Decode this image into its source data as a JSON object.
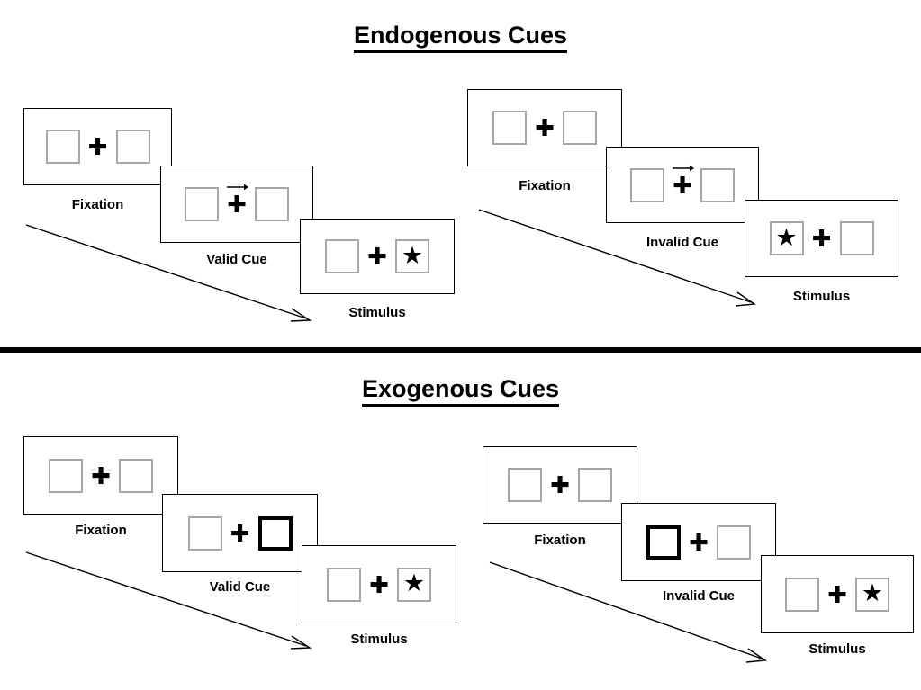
{
  "sections": [
    {
      "id": "endogenous",
      "title": "Endogenous Cues",
      "trials": [
        {
          "id": "endogenous-valid",
          "frames": [
            {
              "label": "Fixation",
              "left_box": "plain",
              "right_box": "plain",
              "cue_arrow": false,
              "star": "none"
            },
            {
              "label": "Valid Cue",
              "left_box": "plain",
              "right_box": "plain",
              "cue_arrow": true,
              "star": "none"
            },
            {
              "label": "Stimulus",
              "left_box": "plain",
              "right_box": "plain",
              "cue_arrow": false,
              "star": "right"
            }
          ]
        },
        {
          "id": "endogenous-invalid",
          "frames": [
            {
              "label": "Fixation",
              "left_box": "plain",
              "right_box": "plain",
              "cue_arrow": false,
              "star": "none"
            },
            {
              "label": "Invalid Cue",
              "left_box": "plain",
              "right_box": "plain",
              "cue_arrow": true,
              "star": "none"
            },
            {
              "label": "Stimulus",
              "left_box": "plain",
              "right_box": "plain",
              "cue_arrow": false,
              "star": "left"
            }
          ]
        }
      ]
    },
    {
      "id": "exogenous",
      "title": "Exogenous Cues",
      "trials": [
        {
          "id": "exogenous-valid",
          "frames": [
            {
              "label": "Fixation",
              "left_box": "plain",
              "right_box": "plain",
              "cue_arrow": false,
              "star": "none"
            },
            {
              "label": "Valid Cue",
              "left_box": "plain",
              "right_box": "bold",
              "cue_arrow": false,
              "star": "none"
            },
            {
              "label": "Stimulus",
              "left_box": "plain",
              "right_box": "plain",
              "cue_arrow": false,
              "star": "right"
            }
          ]
        },
        {
          "id": "exogenous-invalid",
          "frames": [
            {
              "label": "Fixation",
              "left_box": "plain",
              "right_box": "plain",
              "cue_arrow": false,
              "star": "none"
            },
            {
              "label": "Invalid Cue",
              "left_box": "bold",
              "right_box": "plain",
              "cue_arrow": false,
              "star": "none"
            },
            {
              "label": "Stimulus",
              "left_box": "plain",
              "right_box": "plain",
              "cue_arrow": false,
              "star": "right"
            }
          ]
        }
      ]
    }
  ],
  "glyphs": {
    "fixation_cross": "✚",
    "star": "★"
  },
  "colors": {
    "box_plain_border": "#a6a6a6",
    "box_bold_border": "#000000",
    "panel_border": "#000000",
    "text": "#000000",
    "background": "#ffffff",
    "divider": "#000000"
  }
}
